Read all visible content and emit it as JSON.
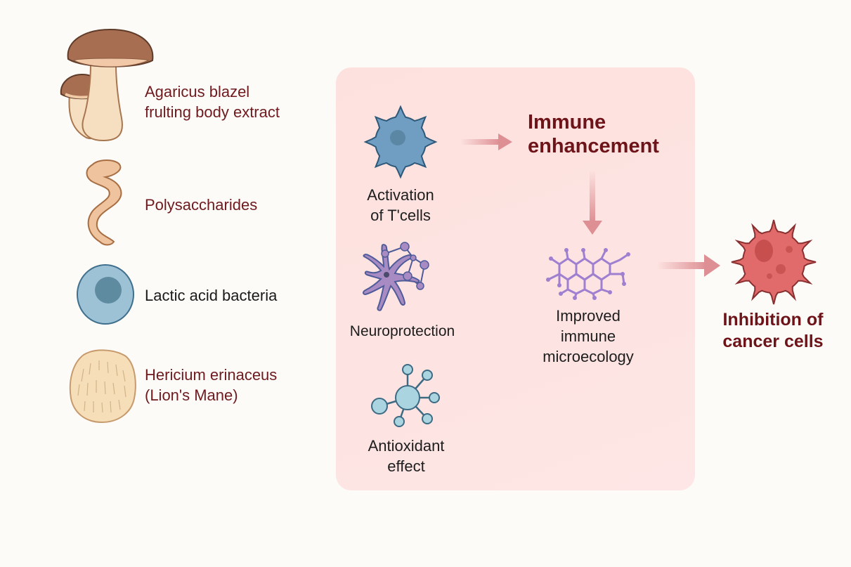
{
  "title": "Mushroom and probiotic ingredients and their anti-cancer mechanism",
  "colors": {
    "background": "#fdfbf8",
    "panel": "#fde2df",
    "label_dark_red": "#6e1a1e",
    "arrow": "#de8f94",
    "mushroom_cap": "#a86e52",
    "mushroom_stem": "#f6dfc0",
    "polysaccharide": "#eec39d",
    "bacteria_outer": "#9dc2d6",
    "bacteria_inner": "#5f8ba0",
    "lions_mane": "#f6dfb8",
    "tcell": "#6f9ec2",
    "neuron": "#a98bc3",
    "antioxidant": "#a9d4e0",
    "microecology": "#9f7fd0",
    "cancer_cell": "#e06b6a"
  },
  "ingredients": [
    {
      "icon": "mushroom-icon",
      "label_lines": [
        "Agaricus blazel",
        "frulting body extract"
      ]
    },
    {
      "icon": "polysaccharide-icon",
      "label_lines": [
        "Polysaccharides"
      ]
    },
    {
      "icon": "bacteria-cell-icon",
      "label_lines": [
        "Lactic acid bacteria"
      ]
    },
    {
      "icon": "lions-mane-icon",
      "label_lines": [
        "Hericium erinaceus",
        "(Lion's Mane)"
      ]
    }
  ],
  "mechanisms": [
    {
      "icon": "t-cell-icon",
      "label_lines": [
        "Activation",
        "of T'cells"
      ]
    },
    {
      "icon": "neuron-icon",
      "label_lines": [
        "Neuroprotection"
      ]
    },
    {
      "icon": "antioxidant-molecule-icon",
      "label_lines": [
        "Antioxidant",
        "effect"
      ]
    }
  ],
  "immune": {
    "label_lines": [
      "Immune",
      "enhancement"
    ]
  },
  "microecology": {
    "label_lines": [
      "Improved",
      "immune",
      "microecology"
    ]
  },
  "outcome": {
    "label_lines": [
      "Inhibition of",
      "cancer cells"
    ]
  }
}
